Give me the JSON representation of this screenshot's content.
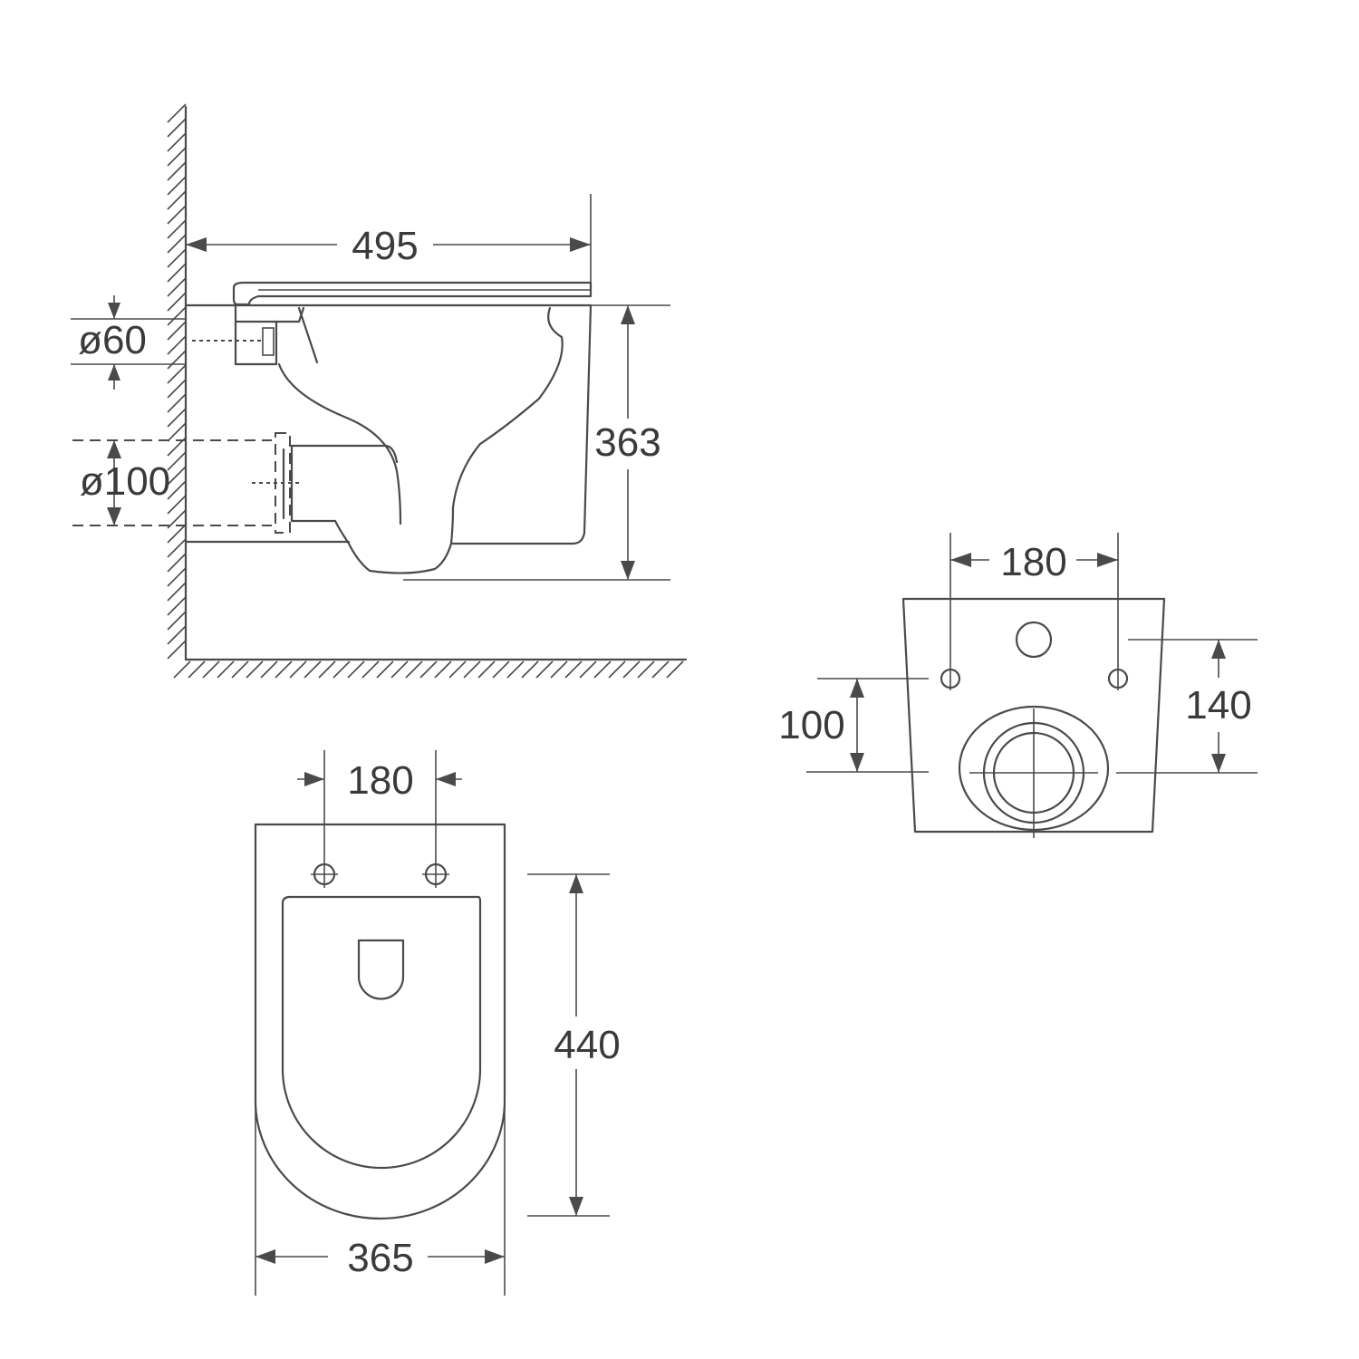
{
  "side_view": {
    "width_label": "495",
    "height_label": "363",
    "water_inlet_label": "ø60",
    "waste_outlet_label": "ø100"
  },
  "back_view": {
    "bolt_spacing_label": "180",
    "outlet_height_label": "100",
    "bolt_height_label": "140"
  },
  "top_view": {
    "bolt_spacing_label": "180",
    "length_label": "440",
    "width_label": "365"
  },
  "colors": {
    "line": "#4a4a4a",
    "text": "#3a3a3a",
    "background": "#ffffff"
  }
}
